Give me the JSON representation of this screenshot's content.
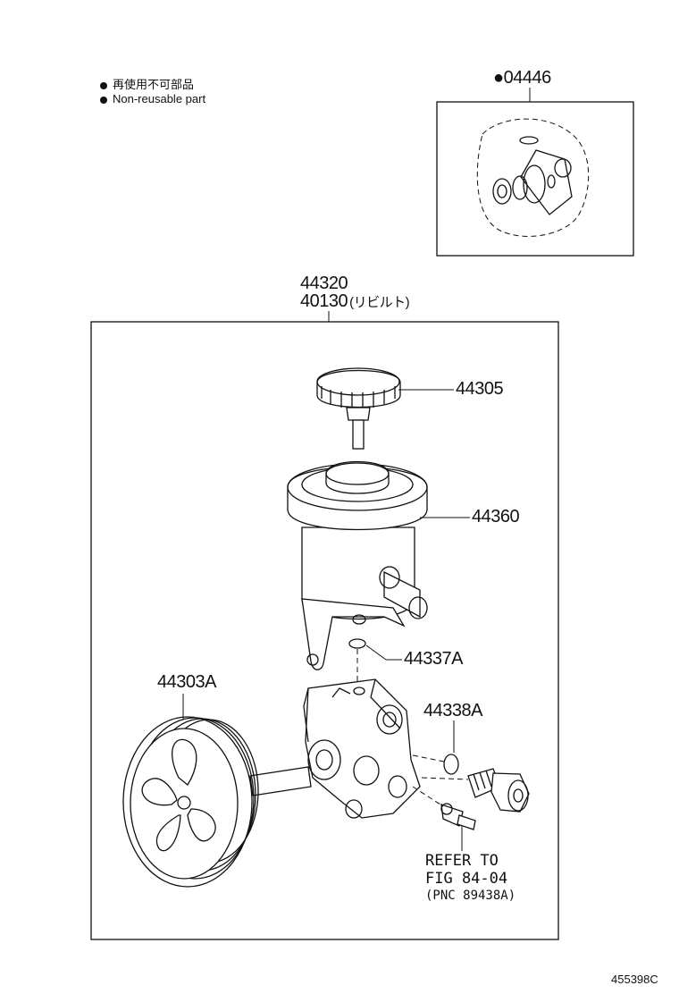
{
  "legend": {
    "jp": "再使用不可部品",
    "en": "Non-reusable part"
  },
  "parts": {
    "kit": "●04446",
    "assy_a": "44320",
    "assy_b": "40130",
    "assy_b_note": "(リビルト)",
    "cap": "44305",
    "reservoir": "44360",
    "oring": "44337A",
    "pulley": "44303A",
    "gasket": "44338A"
  },
  "refer": {
    "line1": "REFER TO",
    "line2": "FIG 84-04",
    "line3": "(PNC 89438A)"
  },
  "figure_id": "455398C"
}
